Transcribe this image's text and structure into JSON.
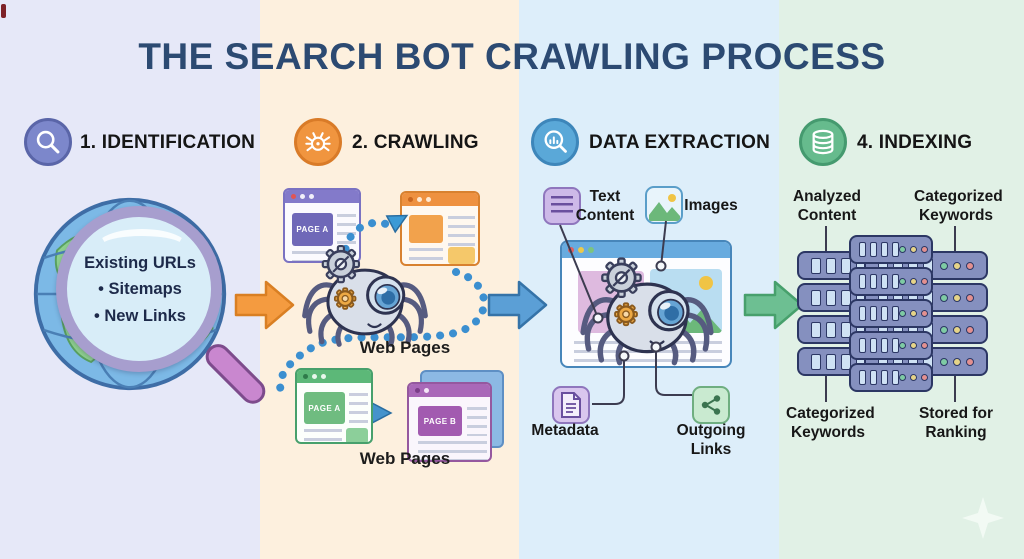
{
  "title": "THE SEARCH BOT CRAWLING PROCESS",
  "steps": [
    {
      "label": "1. IDENTIFICATION",
      "icon": "magnifier-icon"
    },
    {
      "label": "2. CRAWLING",
      "icon": "spider-icon"
    },
    {
      "label": "DATA EXTRACTION",
      "icon": "chart-magnifier-icon"
    },
    {
      "label": "4. INDEXING",
      "icon": "database-icon"
    }
  ],
  "identification": {
    "lens_text": "Existing URLs\n•  Sitemaps\n•  New Links"
  },
  "crawling": {
    "page_a_top": "PAGE A",
    "page_a_bottom": "PAGE A",
    "page_b": "PAGE B",
    "web_pages_top": "Web Pages",
    "web_pages_bottom": "Web Pages"
  },
  "extraction": {
    "text_content": "Text\nContent",
    "images": "Images",
    "metadata": "Metadata",
    "outgoing_links": "Outgoing\nLinks"
  },
  "indexing": {
    "analyzed_content": "Analyzed\nContent",
    "categorized_keywords_top": "Categorized\nKeywords",
    "categorized_keywords_bottom": "Categorized\nKeywords",
    "stored_for_ranking": "Stored for\nRanking"
  },
  "colors": {
    "step1_accent": "#7c87cb",
    "step2_accent": "#f0953f",
    "step3_accent": "#5aa8d8",
    "step4_accent": "#66bb8d",
    "arrow_orange": "#f49b40",
    "arrow_blue": "#5b9fd6",
    "arrow_green": "#6dbf92",
    "title_color": "#2c4a72"
  }
}
